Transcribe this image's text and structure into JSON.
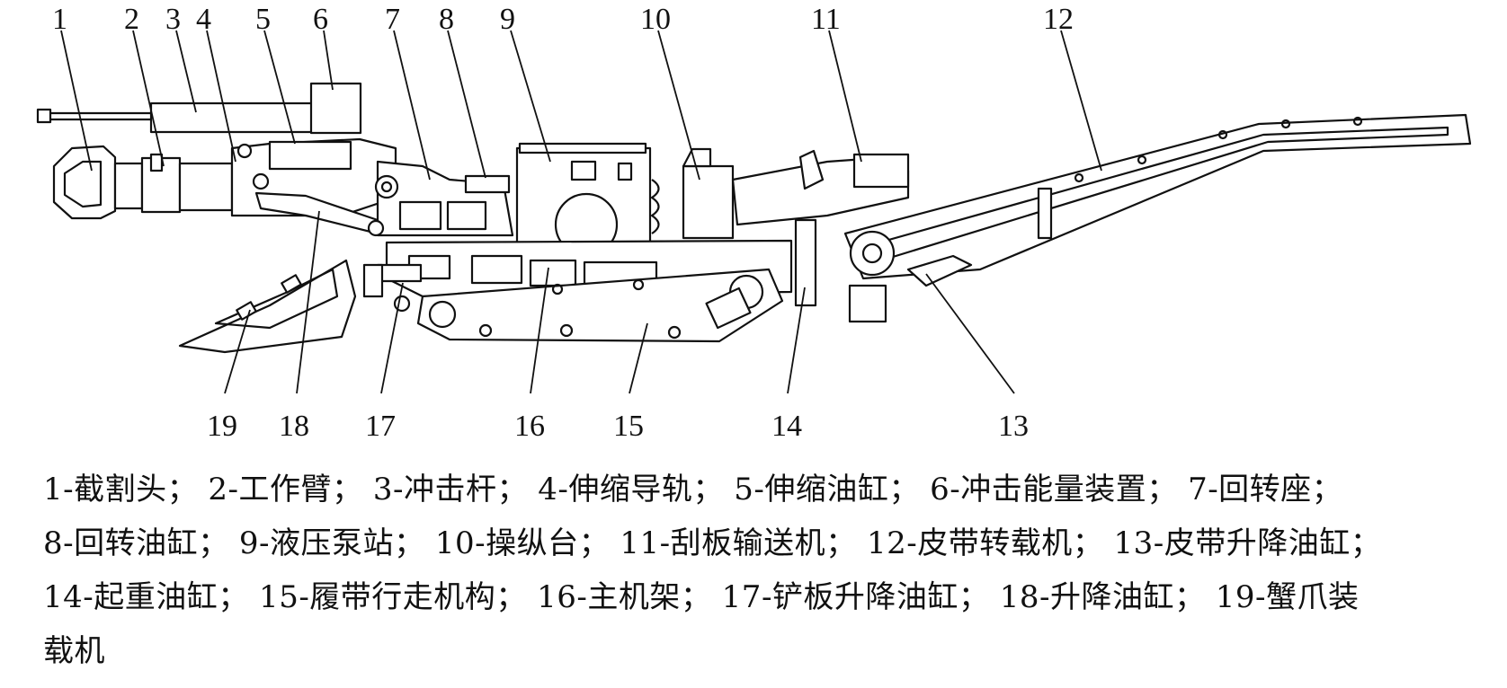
{
  "callouts": [
    "1",
    "2",
    "3",
    "4",
    "5",
    "6",
    "7",
    "8",
    "9",
    "10",
    "11",
    "12",
    "13",
    "14",
    "15",
    "16",
    "17",
    "18",
    "19"
  ],
  "caption_lines": [
    "1-截割头；  2-工作臂；  3-冲击杆；  4-伸缩导轨；  5-伸缩油缸；  6-冲击能量装置；  7-回转座；",
    "8-回转油缸；  9-液压泵站；  10-操纵台；  11-刮板输送机；  12-皮带转载机；  13-皮带升降油缸；",
    "14-起重油缸；  15-履带行走机构；  16-主机架；  17-铲板升降油缸；  18-升降油缸；  19-蟹爪装",
    "载机"
  ]
}
